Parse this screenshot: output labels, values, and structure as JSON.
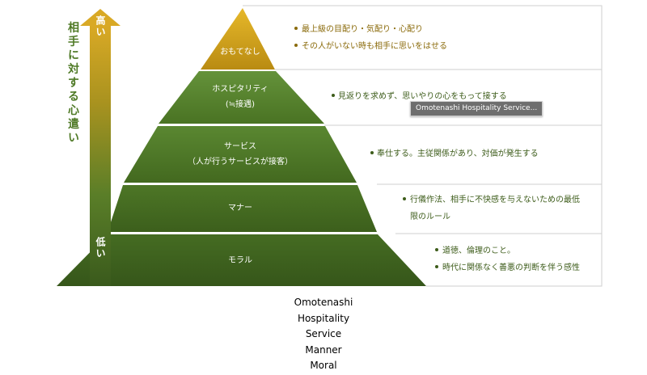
{
  "colors": {
    "gold": "#c99a1c",
    "green": "#4f7a26",
    "dark_green": "#3a5a1c",
    "border": "#cfcfcf"
  },
  "axis": {
    "high_label": "高い",
    "low_label": "低い",
    "vertical_label": "相手に対する心遣い"
  },
  "tiers": [
    {
      "label": "おもてなし",
      "sublabel": "",
      "descriptions": [
        "最上級の目配り・気配り・心配り",
        "その人がいない時も相手に思いをはせる"
      ]
    },
    {
      "label": "ホスピタリティ",
      "sublabel": "(≒接遇)",
      "descriptions": [
        "見返りを求めず、思いやりの心をもって接する"
      ]
    },
    {
      "label": "サービス",
      "sublabel": "（人が行うサービスが接客）",
      "descriptions": [
        "奉仕する。主従関係があり、対価が発生する"
      ]
    },
    {
      "label": "マナー",
      "sublabel": "",
      "descriptions": [
        "行儀作法、相手に不快感を与えないための最低",
        "限のルール"
      ]
    },
    {
      "label": "モラル",
      "sublabel": "",
      "descriptions": [
        "道徳、倫理のこと。",
        "時代に関係なく善悪の判断を伴う感性"
      ]
    }
  ],
  "tooltip": "Omotenashi Hospitality Service...",
  "caption": [
    "Omotenashi",
    "Hospitality",
    "Service",
    "Manner",
    "Moral"
  ]
}
